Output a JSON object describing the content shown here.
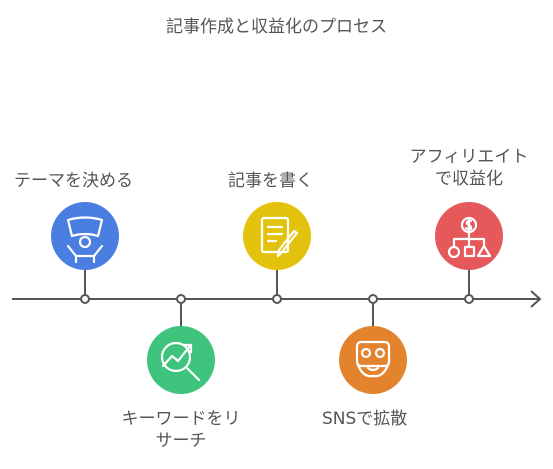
{
  "title": "記事作成と収益化のプロセス",
  "steps": [
    {
      "label": "テーマを決める",
      "icon": "flag-person-icon",
      "color": "#4a7ee0"
    },
    {
      "label": "キーワードをリ",
      "label2": "サーチ",
      "icon": "growth-magnifier-icon",
      "color": "#3ec47c"
    },
    {
      "label": "記事を書く",
      "icon": "document-pen-icon",
      "color": "#e2c20c"
    },
    {
      "label": "SNSで拡散",
      "icon": "share-emoji-icon",
      "color": "#e4832e"
    },
    {
      "label": "アフィリエイト",
      "label2": "で収益化",
      "icon": "money-flow-icon",
      "color": "#e5595a"
    }
  ]
}
